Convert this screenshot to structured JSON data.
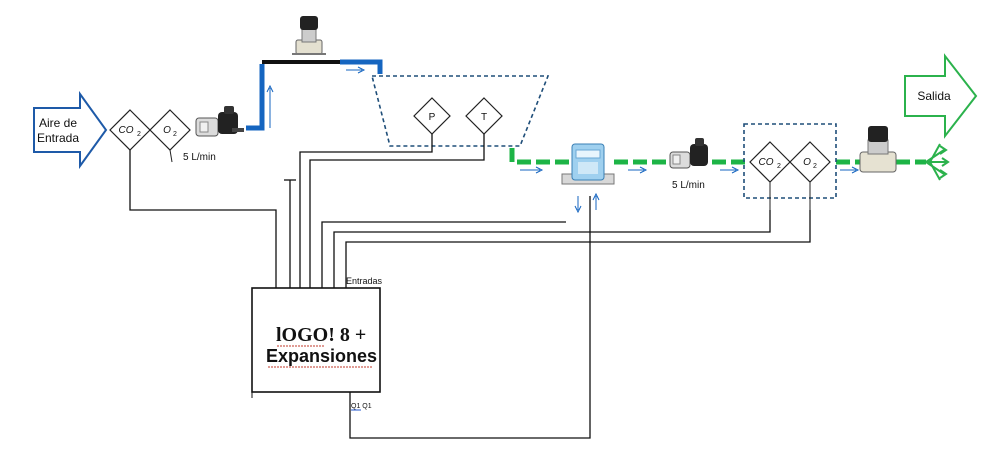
{
  "labels": {
    "inlet": [
      "Aire de",
      "Entrada"
    ],
    "outlet": "Salida",
    "sensor_co2": "CO",
    "sensor_co2_sub": "2",
    "sensor_o2": "O",
    "sensor_o2_sub": "2",
    "sensor_p": "P",
    "sensor_t": "T",
    "pump_flow_1": "5 L/min",
    "pump_flow_2": "5 L/min",
    "controller_inputs": "Entradas",
    "controller_name_1": "lOGO! 8 +",
    "controller_name_2": "Expansiones",
    "controller_output": "Q1 Q1"
  },
  "colors": {
    "inlet_line": "#1565c0",
    "outlet_line": "#1db446",
    "inlet_arrow": "#1e5aa8",
    "outlet_arrow": "#2bb24c",
    "chamber_border": "#1f4e79",
    "signal_wire": "#111111"
  }
}
